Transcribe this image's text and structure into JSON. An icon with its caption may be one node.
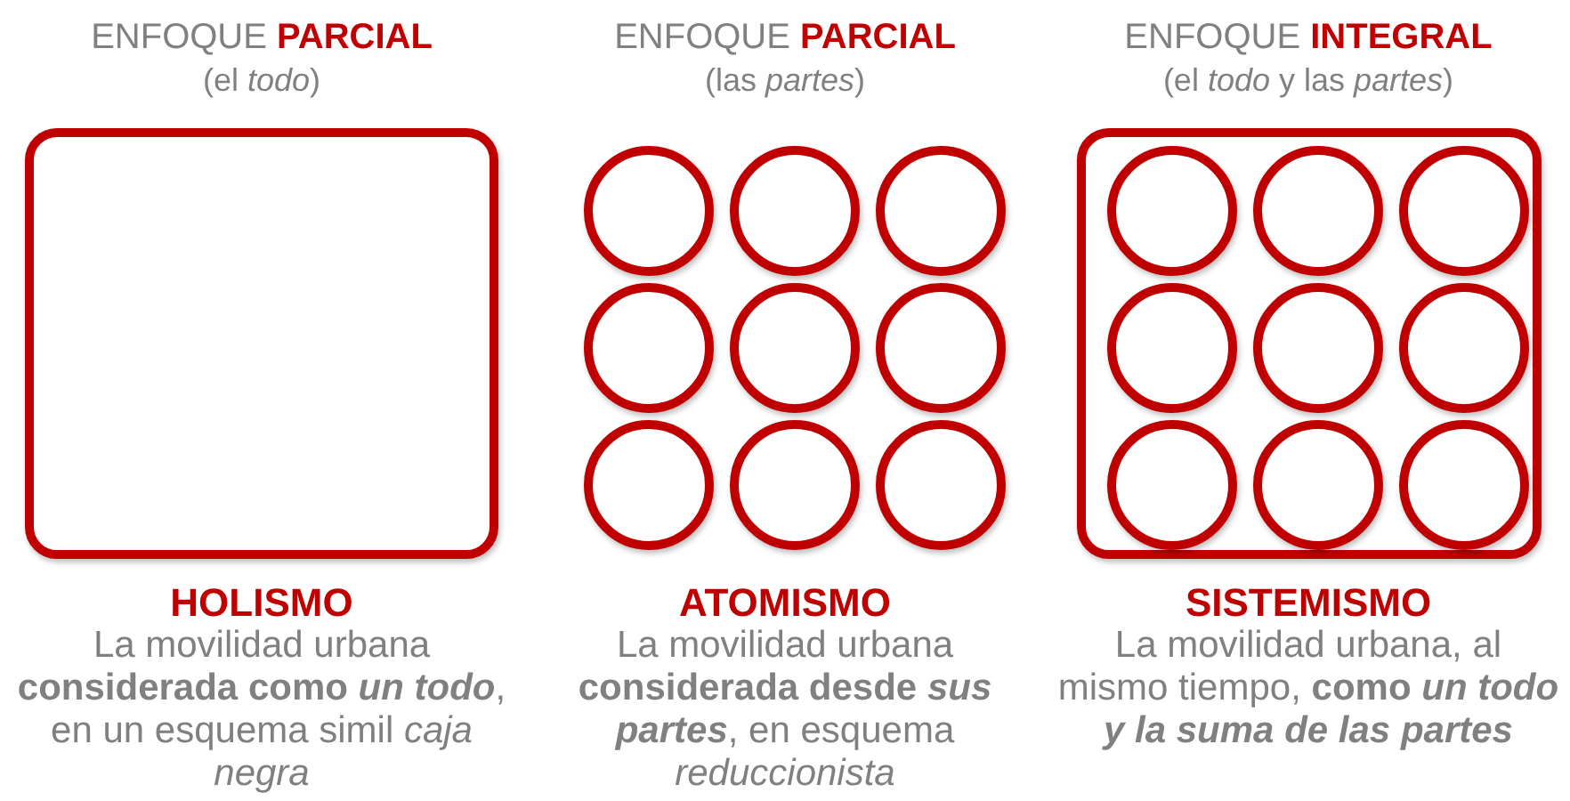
{
  "diagram": {
    "nodes": [
      {
        "text": [],
        "shape": "box"
      },
      {
        "text": [],
        "shape": "circle"
      },
      {
        "text": [],
        "shape": "circle"
      },
      {
        "text": [],
        "shape": "circle"
      },
      {
        "text": [],
        "shape": "circle"
      },
      {
        "text": [],
        "shape": "circle"
      },
      {
        "text": [],
        "shape": "circle"
      },
      {
        "text": [],
        "shape": "circle"
      },
      {
        "text": [],
        "shape": "circle"
      },
      {
        "text": [],
        "shape": "circle"
      },
      {
        "text": [],
        "shape": "box"
      },
      {
        "text": [],
        "shape": "circle",
        "in": 10
      },
      {
        "text": [],
        "shape": "circle",
        "in": 10
      },
      {
        "text": [],
        "shape": "circle",
        "in": 10
      },
      {
        "text": [],
        "shape": "circle",
        "in": 10
      },
      {
        "text": [],
        "shape": "circle",
        "in": 10
      },
      {
        "text": [],
        "shape": "circle",
        "in": 10
      },
      {
        "text": [],
        "shape": "circle",
        "in": 10
      },
      {
        "text": [],
        "shape": "circle",
        "in": 10
      },
      {
        "text": [],
        "shape": "circle",
        "in": 10
      }
    ],
    "labels": [
      "ENFOQUE **PARCIAL**",
      "ENFOQUE **PARCIAL**",
      "ENFOQUE **INTEGRAL**",
      "(el *todo*)",
      "(las *partes*)",
      "(el *todo* y las *partes*)",
      "HOLISMO",
      "ATOMISMO",
      "SISTEMISMO",
      "La movilidad urbana **considerada como** *un todo*, en un esquema simil *caja negra*",
      "La movilidad urbana **considerada desde** *sus partes*, en esquema *reduccionista*",
      "La movilidad urbana, al mismo tiempo, **como** *un todo y la suma de las partes*"
    ]
  }
}
